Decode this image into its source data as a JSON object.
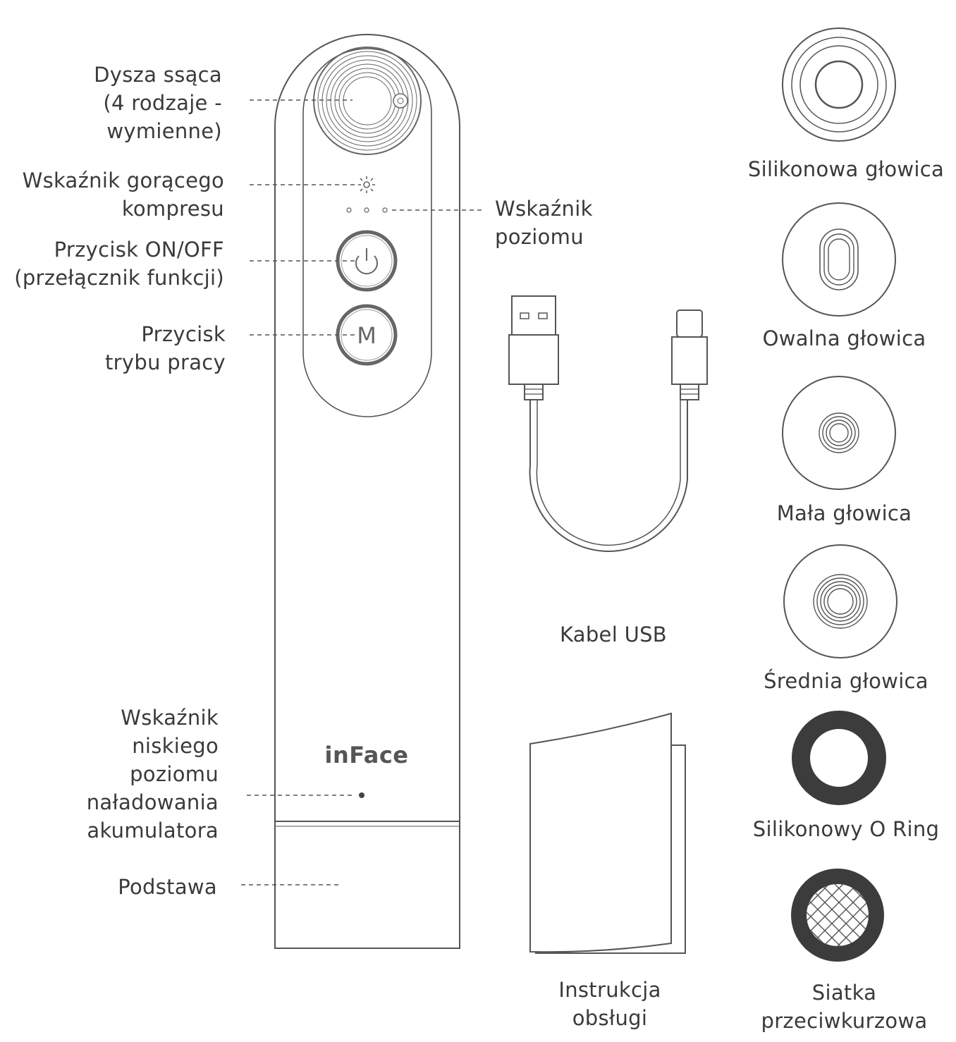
{
  "device": {
    "brand": "inFace",
    "callouts": {
      "nozzle": [
        "Dysza ssąca",
        "(4 rodzaje -",
        "wymienne)"
      ],
      "hot_compress": [
        "Wskaźnik gorącego",
        "kompresu"
      ],
      "level": [
        "Wskaźnik",
        "poziomu"
      ],
      "power_button": [
        "Przycisk ON/OFF",
        "(przełącznik funkcji)"
      ],
      "mode_button": [
        "Przycisk",
        "trybu pracy"
      ],
      "low_battery": [
        "Wskaźnik",
        "niskiego",
        "poziomu",
        "naładowania",
        "akumulatora"
      ],
      "base": [
        "Podstawa"
      ]
    },
    "mode_button_glyph": "M"
  },
  "accessories": {
    "usb_cable": "Kabel USB",
    "manual": [
      "Instrukcja",
      "obsługi"
    ]
  },
  "heads": [
    {
      "label": "Silikonowa głowica",
      "icon": "silicone-head-icon"
    },
    {
      "label": "Owalna głowica",
      "icon": "oval-head-icon"
    },
    {
      "label": "Mała głowica",
      "icon": "small-head-icon"
    },
    {
      "label": "Średnia głowica",
      "icon": "medium-head-icon"
    },
    {
      "label": "Silikonowy O Ring",
      "icon": "o-ring-icon"
    },
    {
      "label": [
        "Siatka",
        "przeciwkurzowa"
      ],
      "icon": "dust-mesh-icon"
    }
  ],
  "colors": {
    "line": "#555555",
    "dark": "#3c3c3c",
    "text": "#3a3a3a"
  }
}
